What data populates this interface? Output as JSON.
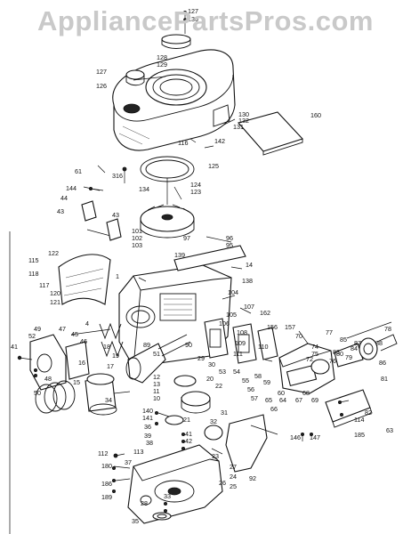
{
  "watermark": "AppliancePartsPros.com",
  "callouts": [
    {
      "id": "127-top",
      "text": "127"
    },
    {
      "id": "130-top",
      "text": "130"
    },
    {
      "id": "128",
      "text": "128"
    },
    {
      "id": "129",
      "text": "129"
    },
    {
      "id": "127",
      "text": "127"
    },
    {
      "id": "126",
      "text": "126"
    },
    {
      "id": "130",
      "text": "130"
    },
    {
      "id": "132",
      "text": "132"
    },
    {
      "id": "131",
      "text": "131"
    },
    {
      "id": "160",
      "text": "160"
    },
    {
      "id": "116",
      "text": "116"
    },
    {
      "id": "142",
      "text": "142"
    },
    {
      "id": "125",
      "text": "125"
    },
    {
      "id": "61",
      "text": "61"
    },
    {
      "id": "316",
      "text": "316"
    },
    {
      "id": "134",
      "text": "134"
    },
    {
      "id": "124",
      "text": "124"
    },
    {
      "id": "123",
      "text": "123"
    },
    {
      "id": "144",
      "text": "144"
    },
    {
      "id": "44",
      "text": "44"
    },
    {
      "id": "43a",
      "text": "43"
    },
    {
      "id": "43b",
      "text": "43"
    },
    {
      "id": "101",
      "text": "101"
    },
    {
      "id": "102",
      "text": "102"
    },
    {
      "id": "103",
      "text": "103"
    },
    {
      "id": "97",
      "text": "97"
    },
    {
      "id": "96",
      "text": "96"
    },
    {
      "id": "95",
      "text": "95"
    },
    {
      "id": "139",
      "text": "139"
    },
    {
      "id": "14",
      "text": "14"
    },
    {
      "id": "122",
      "text": "122"
    },
    {
      "id": "115",
      "text": "115"
    },
    {
      "id": "118",
      "text": "118"
    },
    {
      "id": "117",
      "text": "117"
    },
    {
      "id": "120",
      "text": "120"
    },
    {
      "id": "121",
      "text": "121"
    },
    {
      "id": "1",
      "text": "1"
    },
    {
      "id": "138",
      "text": "138"
    },
    {
      "id": "104",
      "text": "104"
    },
    {
      "id": "107",
      "text": "107"
    },
    {
      "id": "162",
      "text": "162"
    },
    {
      "id": "105",
      "text": "105"
    },
    {
      "id": "89",
      "text": "89"
    },
    {
      "id": "90",
      "text": "90"
    },
    {
      "id": "156",
      "text": "156"
    },
    {
      "id": "157",
      "text": "157"
    },
    {
      "id": "78",
      "text": "78"
    },
    {
      "id": "41a",
      "text": "41"
    },
    {
      "id": "49",
      "text": "49"
    },
    {
      "id": "47",
      "text": "47"
    },
    {
      "id": "52",
      "text": "52"
    },
    {
      "id": "4",
      "text": "4"
    },
    {
      "id": "51",
      "text": "51"
    },
    {
      "id": "16",
      "text": "16"
    },
    {
      "id": "17",
      "text": "17"
    },
    {
      "id": "88",
      "text": "88"
    },
    {
      "id": "85",
      "text": "85"
    },
    {
      "id": "87",
      "text": "87"
    },
    {
      "id": "86",
      "text": "86"
    },
    {
      "id": "81",
      "text": "81"
    },
    {
      "id": "82",
      "text": "82"
    },
    {
      "id": "15",
      "text": "15"
    },
    {
      "id": "12",
      "text": "12"
    },
    {
      "id": "13",
      "text": "13"
    },
    {
      "id": "11",
      "text": "11"
    },
    {
      "id": "10",
      "text": "10"
    },
    {
      "id": "140",
      "text": "140"
    },
    {
      "id": "141",
      "text": "141"
    },
    {
      "id": "36",
      "text": "36"
    },
    {
      "id": "39",
      "text": "39"
    },
    {
      "id": "31",
      "text": "31"
    },
    {
      "id": "21",
      "text": "21"
    },
    {
      "id": "146",
      "text": "146"
    },
    {
      "id": "147",
      "text": "147"
    },
    {
      "id": "114",
      "text": "114"
    },
    {
      "id": "185",
      "text": "185"
    },
    {
      "id": "63",
      "text": "63"
    },
    {
      "id": "50",
      "text": "50"
    },
    {
      "id": "48",
      "text": "48"
    },
    {
      "id": "92",
      "text": "92"
    },
    {
      "id": "112",
      "text": "112"
    },
    {
      "id": "113",
      "text": "113"
    },
    {
      "id": "37",
      "text": "37"
    },
    {
      "id": "23",
      "text": "23"
    },
    {
      "id": "27",
      "text": "27"
    },
    {
      "id": "24",
      "text": "24"
    },
    {
      "id": "25",
      "text": "25"
    },
    {
      "id": "41b",
      "text": "41"
    },
    {
      "id": "42",
      "text": "42"
    },
    {
      "id": "38",
      "text": "38"
    },
    {
      "id": "35",
      "text": "35"
    },
    {
      "id": "180",
      "text": "180"
    },
    {
      "id": "186",
      "text": "186"
    },
    {
      "id": "189",
      "text": "189"
    },
    {
      "id": "26",
      "text": "26"
    },
    {
      "id": "28",
      "text": "28"
    },
    {
      "id": "20",
      "text": "20"
    },
    {
      "id": "22",
      "text": "22"
    },
    {
      "id": "33",
      "text": "33"
    },
    {
      "id": "34",
      "text": "34"
    },
    {
      "id": "29",
      "text": "29"
    },
    {
      "id": "30",
      "text": "30"
    },
    {
      "id": "58",
      "text": "58"
    },
    {
      "id": "59",
      "text": "59"
    },
    {
      "id": "60",
      "text": "60"
    },
    {
      "id": "70",
      "text": "70"
    },
    {
      "id": "72",
      "text": "72"
    },
    {
      "id": "74",
      "text": "74"
    },
    {
      "id": "75",
      "text": "75"
    },
    {
      "id": "76",
      "text": "76"
    },
    {
      "id": "77",
      "text": "77"
    },
    {
      "id": "79",
      "text": "79"
    },
    {
      "id": "80",
      "text": "80"
    },
    {
      "id": "83",
      "text": "83"
    },
    {
      "id": "84",
      "text": "84"
    },
    {
      "id": "64",
      "text": "64"
    },
    {
      "id": "65",
      "text": "65"
    },
    {
      "id": "66",
      "text": "66"
    },
    {
      "id": "67",
      "text": "67"
    },
    {
      "id": "68",
      "text": "68"
    },
    {
      "id": "69",
      "text": "69"
    },
    {
      "id": "54",
      "text": "54"
    },
    {
      "id": "55",
      "text": "55"
    },
    {
      "id": "56",
      "text": "56"
    },
    {
      "id": "57",
      "text": "57"
    },
    {
      "id": "53",
      "text": "53"
    },
    {
      "id": "106",
      "text": "106"
    },
    {
      "id": "108",
      "text": "108"
    },
    {
      "id": "109",
      "text": "109"
    },
    {
      "id": "110",
      "text": "110"
    },
    {
      "id": "111",
      "text": "111"
    },
    {
      "id": "18",
      "text": "18"
    },
    {
      "id": "19",
      "text": "19"
    },
    {
      "id": "32",
      "text": "32"
    },
    {
      "id": "45",
      "text": "45"
    },
    {
      "id": "46",
      "text": "46"
    }
  ]
}
